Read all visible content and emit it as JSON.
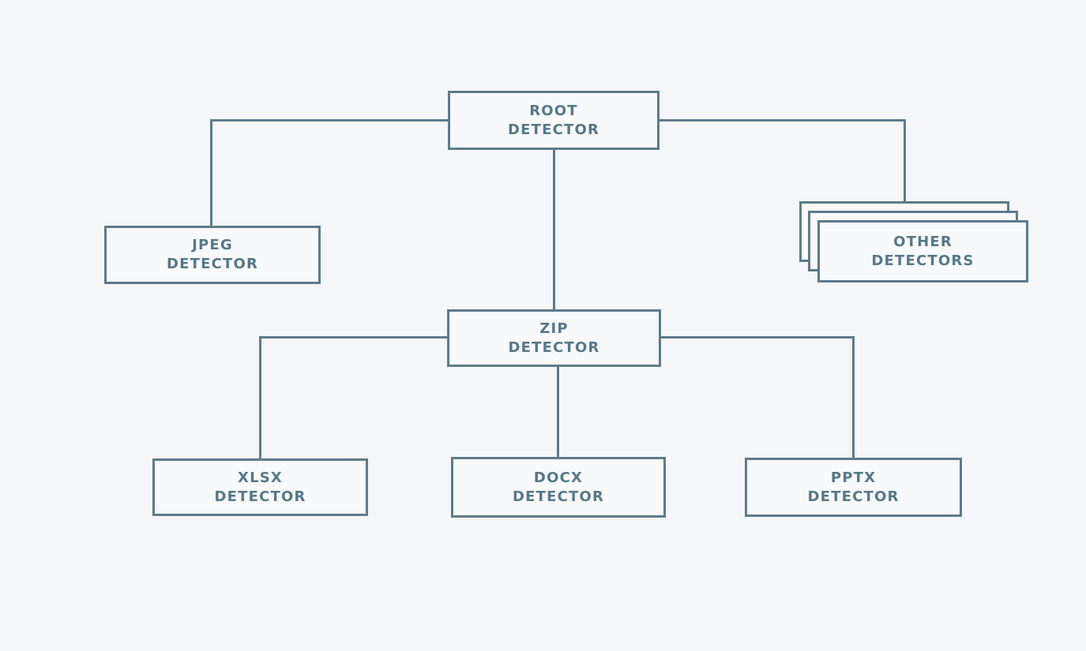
{
  "diagram": {
    "type": "tree",
    "description": "Detector hierarchy flowchart",
    "nodes": {
      "root": {
        "line1": "ROOT",
        "line2": "DETECTOR"
      },
      "jpeg": {
        "line1": "JPEG",
        "line2": "DETECTOR"
      },
      "other": {
        "line1": "OTHER",
        "line2": "DETECTORS",
        "style": "stacked-multiple"
      },
      "zip": {
        "line1": "ZIP",
        "line2": "DETECTOR"
      },
      "xlsx": {
        "line1": "XLSX",
        "line2": "DETECTOR"
      },
      "docx": {
        "line1": "DOCX",
        "line2": "DETECTOR"
      },
      "pptx": {
        "line1": "PPTX",
        "line2": "DETECTOR"
      }
    },
    "edges": [
      {
        "from": "root",
        "to": "jpeg"
      },
      {
        "from": "root",
        "to": "other"
      },
      {
        "from": "root",
        "to": "zip"
      },
      {
        "from": "zip",
        "to": "xlsx"
      },
      {
        "from": "zip",
        "to": "docx"
      },
      {
        "from": "zip",
        "to": "pptx"
      }
    ],
    "colors": {
      "accent": "#5e7b8a",
      "text": "#567888",
      "background": "#f5f6f9",
      "node_fill": "#f7f9fb"
    }
  }
}
